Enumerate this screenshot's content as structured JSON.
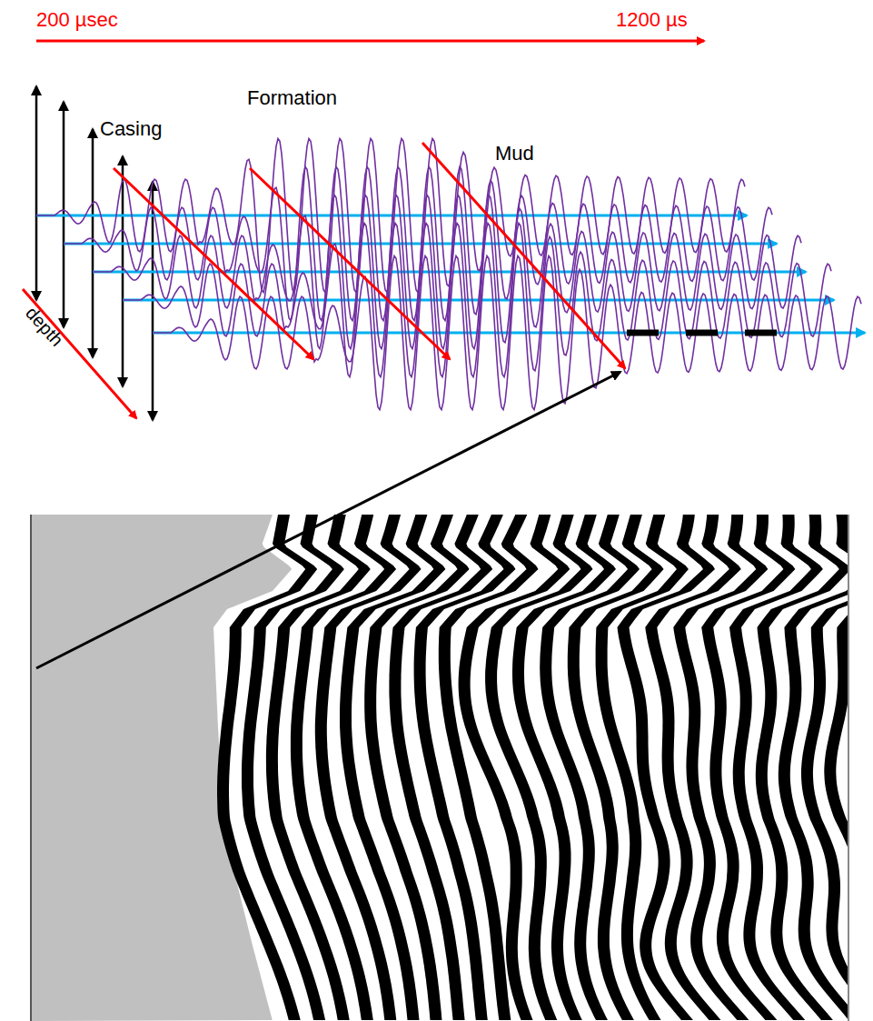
{
  "diagram": {
    "labels": [
      "200 µsec",
      "1200 µs",
      "Casing",
      "Formation",
      "Mud",
      "depth"
    ]
  }
}
